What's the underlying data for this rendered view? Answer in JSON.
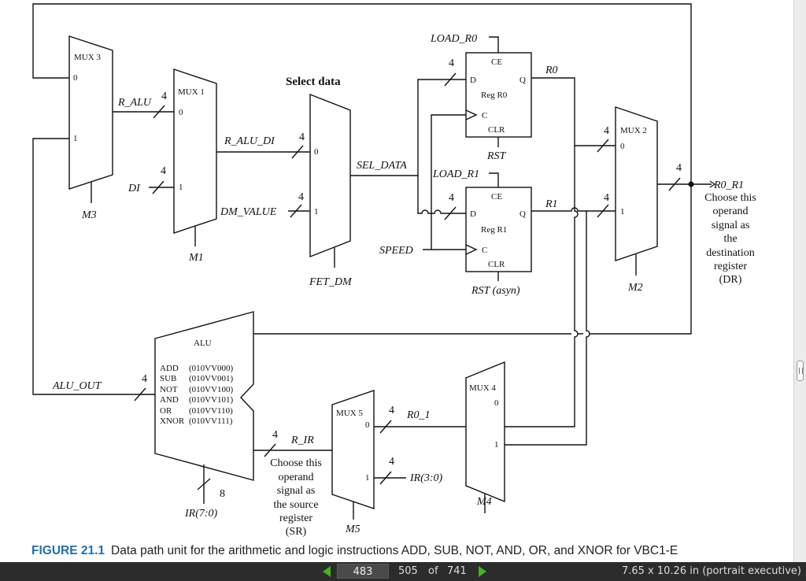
{
  "diagram": {
    "blocks": {
      "mux3": "MUX 3",
      "mux1": "MUX 1",
      "mux2": "MUX 2",
      "mux4": "MUX 4",
      "mux5": "MUX 5",
      "alu": "ALU",
      "reg_r0": "Reg R0",
      "reg_r1": "Reg R1"
    },
    "heading": "Select data",
    "ports": {
      "zero": "0",
      "one": "1",
      "ce": "CE",
      "d": "D",
      "q": "Q",
      "c": "C",
      "clr": "CLR"
    },
    "bus_width": {
      "four": "4",
      "eight": "8"
    },
    "signals": {
      "r_alu": "R_ALU",
      "di": "DI",
      "r_alu_di": "R_ALU_DI",
      "dm_value": "DM_VALUE",
      "sel_data": "SEL_DATA",
      "load_r0": "LOAD_R0",
      "load_r1": "LOAD_R1",
      "r0": "R0",
      "r1": "R1",
      "rst": "RST",
      "rst_asyn": "RST (asyn)",
      "speed": "SPEED",
      "r0_r1": "R0_R1",
      "alu_out": "ALU_OUT",
      "r_ir": "R_IR",
      "r0_1": "R0_1",
      "ir_3_0": "IR(3:0)",
      "ir_7_0": "IR(7:0)"
    },
    "selects": {
      "m3": "M3",
      "m1": "M1",
      "fet_dm": "FET_DM",
      "m2": "M2",
      "m5": "M5",
      "m4": "M4"
    },
    "alu_ops": [
      {
        "op": "ADD",
        "code": "(010VV000)"
      },
      {
        "op": "SUB",
        "code": "(010VV001)"
      },
      {
        "op": "NOT",
        "code": "(010VV100)"
      },
      {
        "op": "AND",
        "code": "(010VV101)"
      },
      {
        "op": "OR",
        "code": "(010VV110)"
      },
      {
        "op": "XNOR",
        "code": "(010VV111)"
      }
    ],
    "dr_note": [
      "Choose this",
      "operand",
      "signal as",
      "the",
      "destination",
      "register",
      "(DR)"
    ],
    "sr_note": [
      "Choose this",
      "operand",
      "signal as",
      "the source",
      "register",
      "(SR)"
    ]
  },
  "caption": {
    "figure": "FIGURE 21.1",
    "text": "Data path unit for the arithmetic and logic instructions ADD, SUB, NOT, AND, OR, and XNOR for VBC1-E"
  },
  "viewer": {
    "current_page": "483",
    "page_label": "505",
    "of": "of",
    "total": "741",
    "page_size": "7.65 x 10.26 in (portrait executive)"
  }
}
